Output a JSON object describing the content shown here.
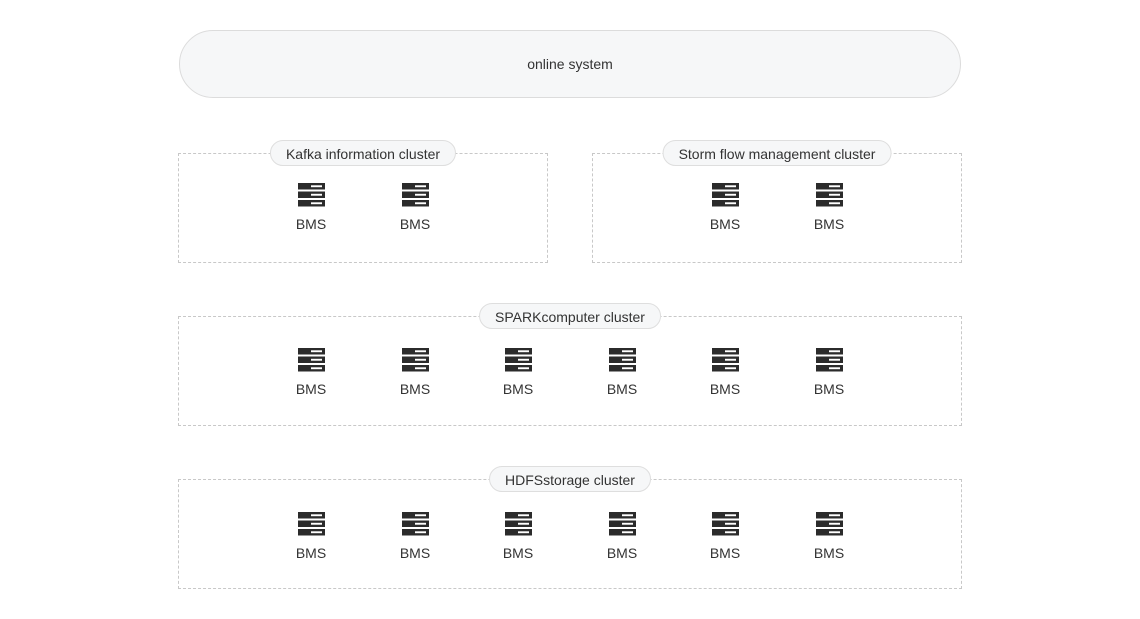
{
  "top": {
    "label": "online system"
  },
  "clusters": [
    {
      "label": "Kafka information cluster",
      "nodes": [
        "BMS",
        "BMS"
      ]
    },
    {
      "label": "Storm flow management cluster",
      "nodes": [
        "BMS",
        "BMS"
      ]
    },
    {
      "label": "SPARKcomputer cluster",
      "nodes": [
        "BMS",
        "BMS",
        "BMS",
        "BMS",
        "BMS",
        "BMS"
      ]
    },
    {
      "label": "HDFSstorage cluster",
      "nodes": [
        "BMS",
        "BMS",
        "BMS",
        "BMS",
        "BMS",
        "BMS"
      ]
    }
  ],
  "icon": "server-icon",
  "colors": {
    "icon": "#2b2b2b",
    "box_fill": "#f6f7f8",
    "border": "#c8c8c8"
  }
}
